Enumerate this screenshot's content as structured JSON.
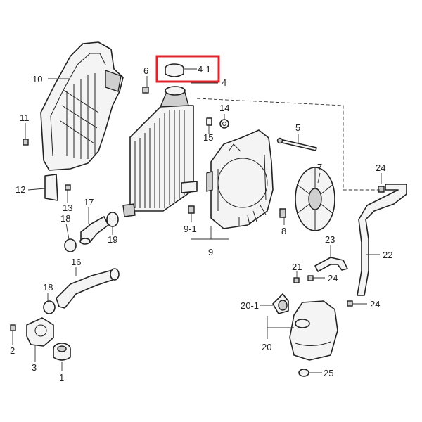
{
  "labels": {
    "p10": "10",
    "p6": "6",
    "p41": "4-1",
    "p4": "4",
    "p14": "14",
    "p11": "11",
    "p15": "15",
    "p5": "5",
    "p7": "7",
    "p24a": "24",
    "p12": "12",
    "p13": "13",
    "p17": "17",
    "p18a": "18",
    "p19": "19",
    "p91": "9-1",
    "p9": "9",
    "p8": "8",
    "p22": "22",
    "p23": "23",
    "p16": "16",
    "p21": "21",
    "p24b": "24",
    "p18b": "18",
    "p201": "20-1",
    "p24c": "24",
    "p2": "2",
    "p3": "3",
    "p20": "20",
    "p25": "25",
    "p1": "1"
  },
  "highlight": {
    "target": "4-1",
    "color": "#e0242c"
  }
}
